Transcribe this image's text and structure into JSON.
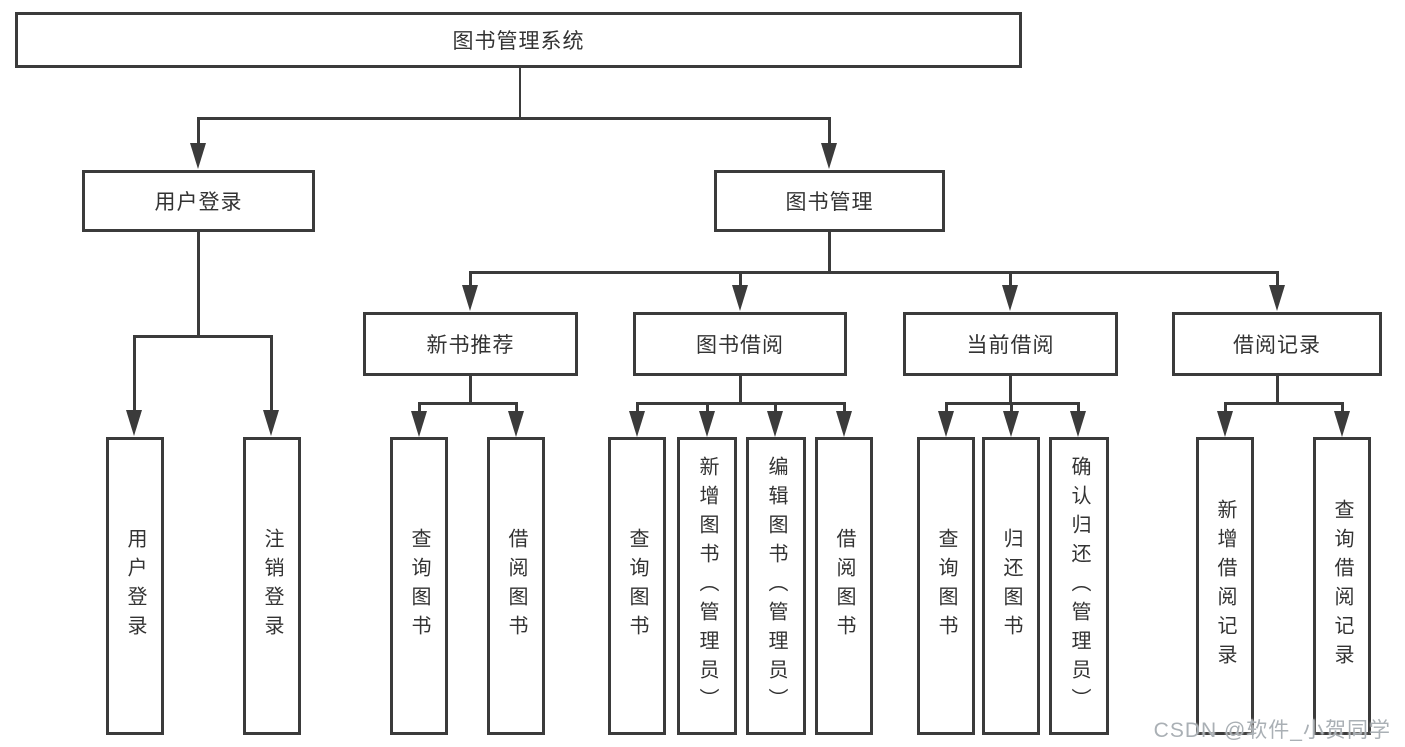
{
  "colors": {
    "line": "#3b3b3b",
    "text": "#333333",
    "background": "#ffffff",
    "watermark": "#aab0b5"
  },
  "watermark": {
    "label": "CSDN @软件_小贺同学"
  },
  "tree": {
    "root": {
      "label": "图书管理系统"
    },
    "branches": [
      {
        "label": "用户登录",
        "children": [
          {
            "label": "用户登录"
          },
          {
            "label": "注销登录"
          }
        ]
      },
      {
        "label": "图书管理",
        "children": [
          {
            "label": "新书推荐",
            "children": [
              {
                "label": "查询图书"
              },
              {
                "label": "借阅图书"
              }
            ]
          },
          {
            "label": "图书借阅",
            "children": [
              {
                "label": "查询图书"
              },
              {
                "label": "新增图书（管理员）"
              },
              {
                "label": "编辑图书（管理员）"
              },
              {
                "label": "借阅图书"
              }
            ]
          },
          {
            "label": "当前借阅",
            "children": [
              {
                "label": "查询图书"
              },
              {
                "label": "归还图书"
              },
              {
                "label": "确认归还（管理员）"
              }
            ]
          },
          {
            "label": "借阅记录",
            "children": [
              {
                "label": "新增借阅记录"
              },
              {
                "label": "查询借阅记录"
              }
            ]
          }
        ]
      }
    ]
  }
}
